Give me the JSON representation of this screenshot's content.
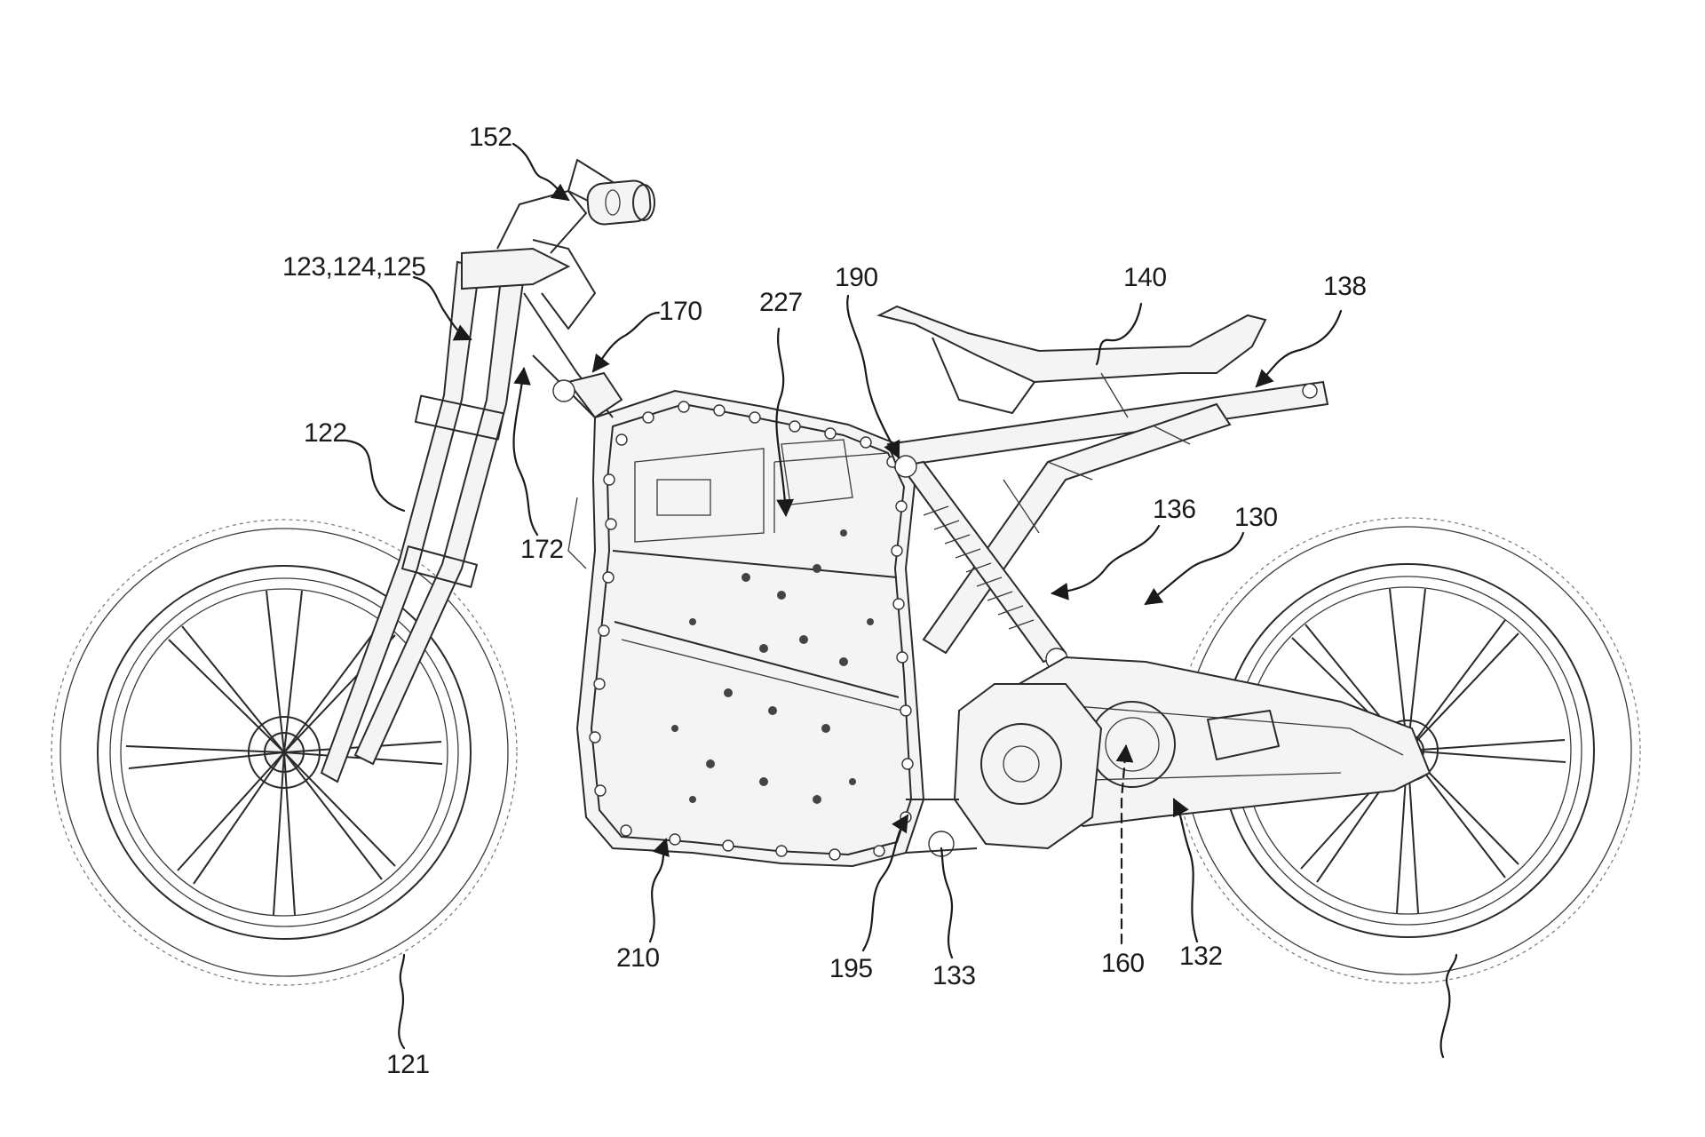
{
  "figure": {
    "labels": {
      "r121": "121",
      "r122": "122",
      "r123": "123,124,125",
      "r130": "130",
      "r132": "132",
      "r133": "133",
      "r136": "136",
      "r138": "138",
      "r140": "140",
      "r152": "152",
      "r160": "160",
      "r170": "170",
      "r172": "172",
      "r190": "190",
      "r195": "195",
      "r210": "210",
      "r227": "227"
    }
  }
}
